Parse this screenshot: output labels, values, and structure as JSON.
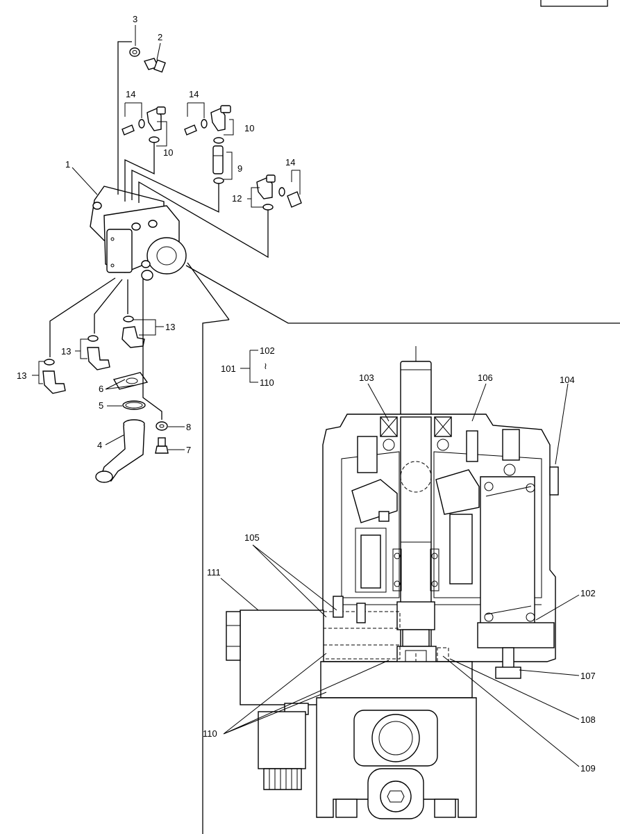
{
  "labels": {
    "l1": "1",
    "l2": "2",
    "l3": "3",
    "l4": "4",
    "l5": "5",
    "l6": "6",
    "l7": "7",
    "l8": "8",
    "l9": "9",
    "l10a": "10",
    "l10b": "10",
    "l12": "12",
    "l13a": "13",
    "l13b": "13",
    "l13c": "13",
    "l14a": "14",
    "l14b": "14",
    "l14c": "14",
    "l101": "101",
    "l102range": "102",
    "tilde": "≀",
    "l110range": "110",
    "l103": "103",
    "l106": "106",
    "l104": "104",
    "l105": "105",
    "l111": "111",
    "l102": "102",
    "l107": "107",
    "l108": "108",
    "l109": "109",
    "l110": "110"
  }
}
